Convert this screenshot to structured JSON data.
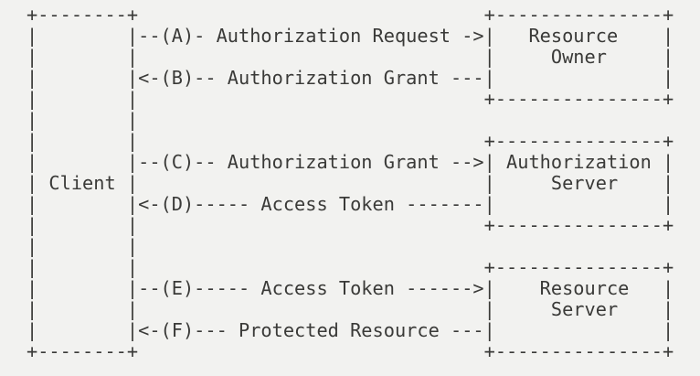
{
  "page": {
    "colors": {
      "background": "#f2f2f0",
      "text": "#3a3a38"
    }
  },
  "diagram": {
    "entities": [
      {
        "name": "Client"
      },
      {
        "name": "Resource Owner"
      },
      {
        "name": "Authorization Server"
      },
      {
        "name": "Resource Server"
      }
    ],
    "flows": [
      {
        "step": "A",
        "label": "Authorization Request",
        "arrow": "right",
        "from": "Client",
        "to": "Resource Owner"
      },
      {
        "step": "B",
        "label": "Authorization Grant",
        "arrow": "left",
        "from": "Resource Owner",
        "to": "Client"
      },
      {
        "step": "C",
        "label": "Authorization Grant",
        "arrow": "right",
        "from": "Client",
        "to": "Authorization Server"
      },
      {
        "step": "D",
        "label": "Access Token",
        "arrow": "left",
        "from": "Authorization Server",
        "to": "Client"
      },
      {
        "step": "E",
        "label": "Access Token",
        "arrow": "right",
        "from": "Client",
        "to": "Resource Server"
      },
      {
        "step": "F",
        "label": "Protected Resource",
        "arrow": "left",
        "from": "Resource Server",
        "to": "Client"
      }
    ],
    "ascii_lines": [
      "+--------+                               +---------------+",
      "|        |--(A)- Authorization Request ->|   Resource    |",
      "|        |                               |     Owner     |",
      "|        |<-(B)-- Authorization Grant ---|               |",
      "|        |                               +---------------+",
      "|        |",
      "|        |                               +---------------+",
      "|        |--(C)-- Authorization Grant -->| Authorization |",
      "| Client |                               |     Server    |",
      "|        |<-(D)----- Access Token -------|               |",
      "|        |                               +---------------+",
      "|        |",
      "|        |                               +---------------+",
      "|        |--(E)----- Access Token ------>|    Resource   |",
      "|        |                               |     Server    |",
      "|        |<-(F)--- Protected Resource ---|               |",
      "+--------+                               +---------------+"
    ]
  }
}
